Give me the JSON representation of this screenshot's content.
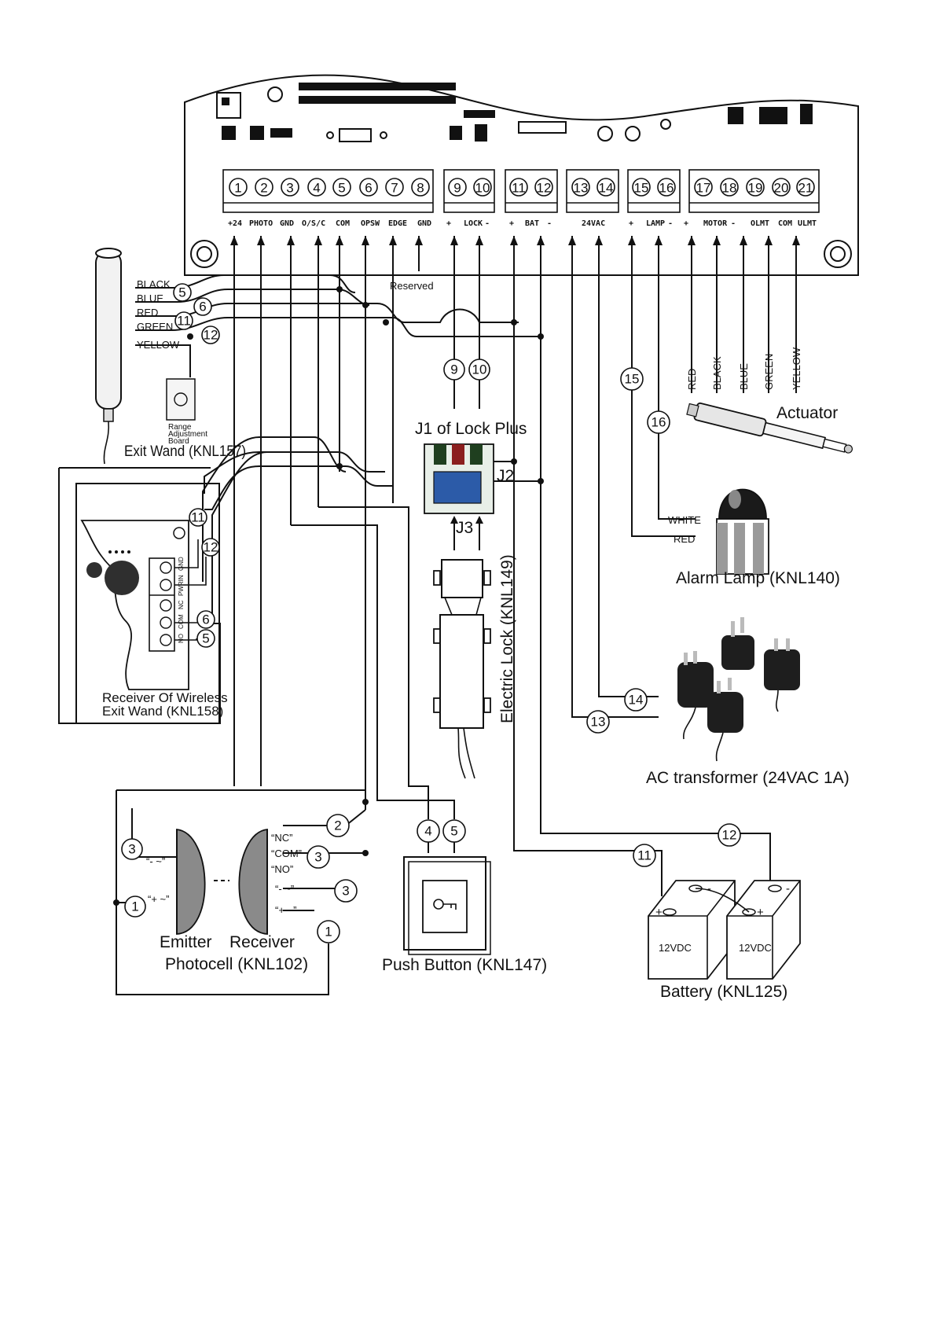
{
  "board": {
    "terminal_numbers": [
      "1",
      "2",
      "3",
      "4",
      "5",
      "6",
      "7",
      "8",
      "9",
      "10",
      "11",
      "12",
      "13",
      "14",
      "15",
      "16",
      "17",
      "18",
      "19",
      "20",
      "21"
    ],
    "terminal_labels": [
      "+24",
      "PHOTO",
      "GND",
      "O/S/C",
      "COM",
      "OPSW",
      "EDGE",
      "GND",
      "+",
      "LOCK",
      "-",
      "+",
      "BAT",
      "-",
      "24VAC",
      "+",
      "LAMP",
      "-",
      "+",
      "MOTOR",
      "-",
      "OLMT",
      "COM",
      "ULMT"
    ],
    "reserved_label": "Reserved"
  },
  "exit_wand": {
    "wires": [
      "BLACK",
      "BLUE",
      "RED",
      "GREEN",
      "YELLOW"
    ],
    "wire_numbers": [
      "5",
      "6",
      "11",
      "12"
    ],
    "board_label": [
      "Range",
      "Adjustment",
      "Board"
    ],
    "title": "Exit Wand (KNL157)"
  },
  "receiver_wireless": {
    "numbers": [
      "11",
      "12",
      "6",
      "5"
    ],
    "term_labels": [
      "GND",
      "PWRIN",
      "NC",
      "COM",
      "NO"
    ],
    "title": [
      "Receiver Of Wireless",
      "Exit Wand (KNL158)"
    ]
  },
  "lock_plus": {
    "title": "J1 of Lock Plus",
    "numbers": [
      "9",
      "10"
    ],
    "j2": "J2",
    "j3": "J3"
  },
  "electric_lock": {
    "title": "Electric Lock (KNL149)"
  },
  "actuator": {
    "title": "Actuator",
    "wires": [
      "RED",
      "BLACK",
      "BLUE",
      "GREEN",
      "YELLOW"
    ],
    "numbers": [
      "15",
      "16"
    ]
  },
  "alarm_lamp": {
    "title": "Alarm Lamp (KNL140)",
    "wires": [
      "WHITE",
      "RED"
    ]
  },
  "transformer": {
    "title": "AC transformer (24VAC 1A)",
    "numbers": [
      "14",
      "13"
    ]
  },
  "photocell": {
    "emitter": "Emitter",
    "receiver": "Receiver",
    "title": "Photocell (KNL102)",
    "emitter_numbers": [
      "3",
      "1"
    ],
    "emitter_terms": [
      "“- ~”",
      "“+ ~”"
    ],
    "receiver_numbers": [
      "2",
      "3",
      "3",
      "1"
    ],
    "receiver_terms": [
      "“NC”",
      "“COM”",
      "“NO”",
      "“- ~”",
      "“+ ~”"
    ]
  },
  "push_button": {
    "title": "Push Button (KNL147)",
    "numbers": [
      "4",
      "5"
    ]
  },
  "battery": {
    "title": "Battery (KNL125)",
    "cells": [
      "12VDC",
      "12VDC"
    ],
    "numbers": [
      "11",
      "12"
    ],
    "polarity": [
      "+",
      "-",
      "+",
      "-"
    ]
  }
}
